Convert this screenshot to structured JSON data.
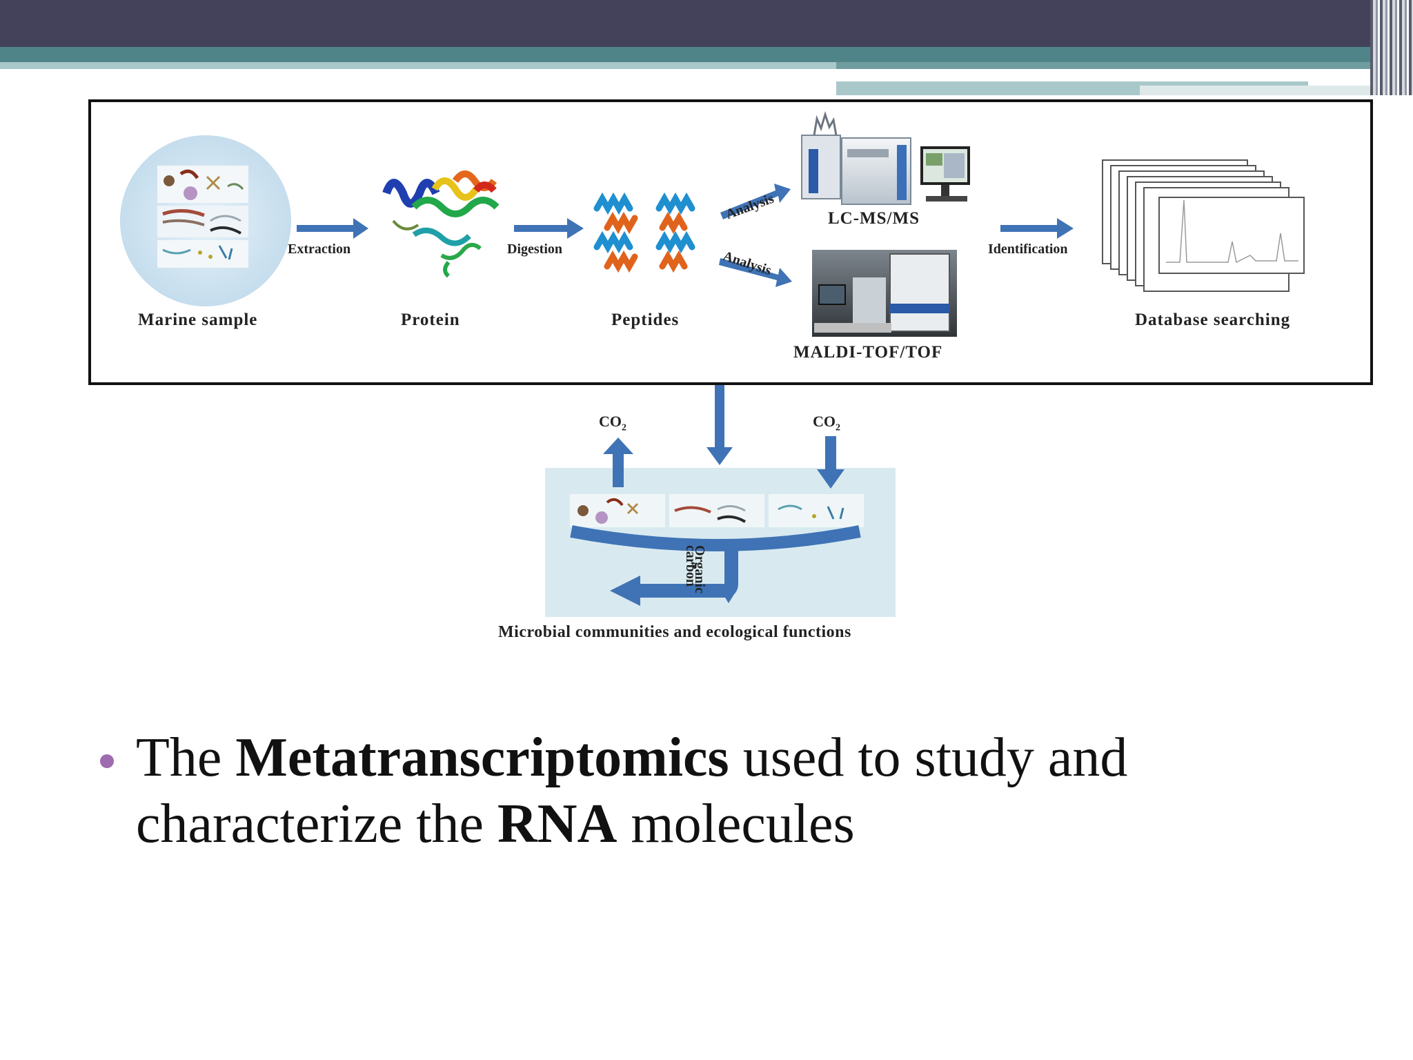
{
  "diagram": {
    "labels": {
      "marine_sample": "Marine sample",
      "protein": "Protein",
      "peptides": "Peptides",
      "lcms": "LC-MS/MS",
      "maldi": "MALDI-TOF/TOF",
      "database": "Database searching",
      "extraction": "Extraction",
      "digestion": "Digestion",
      "analysis_top": "Analysis",
      "analysis_bottom": "Analysis",
      "identification": "Identification",
      "co2_left": "CO",
      "co2_right": "CO",
      "co2_subscript": "2",
      "organic": "Organic",
      "carbon": "carbon",
      "communities": "Microbial communities and ecological functions"
    }
  },
  "bullet": {
    "part1": "The ",
    "bold1": "Metatranscriptomics",
    "part2": " used to study and characterize the ",
    "bold2": "RNA",
    "part3": " molecules"
  },
  "colors": {
    "header": "#43425a",
    "teal": "#4f8589",
    "arrow": "#3f73b5",
    "bullet": "#9e6bb0"
  }
}
